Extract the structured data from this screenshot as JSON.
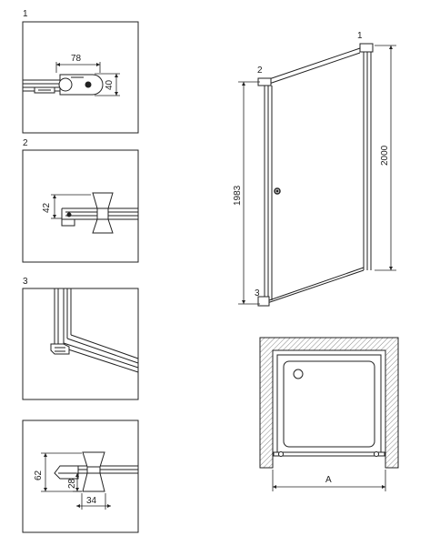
{
  "details": [
    {
      "label": "1",
      "dims": [
        "78",
        "40"
      ]
    },
    {
      "label": "2",
      "dims": [
        "42"
      ]
    },
    {
      "label": "3",
      "dims": []
    },
    {
      "label": "",
      "dims": [
        "62",
        "28",
        "34"
      ]
    }
  ],
  "door": {
    "callouts": [
      "1",
      "2",
      "3"
    ],
    "height_left": "1983",
    "height_right": "2000"
  },
  "plan": {
    "width_label": "A"
  },
  "colors": {
    "line": "#222222",
    "hatch": "#8a8a8a"
  }
}
